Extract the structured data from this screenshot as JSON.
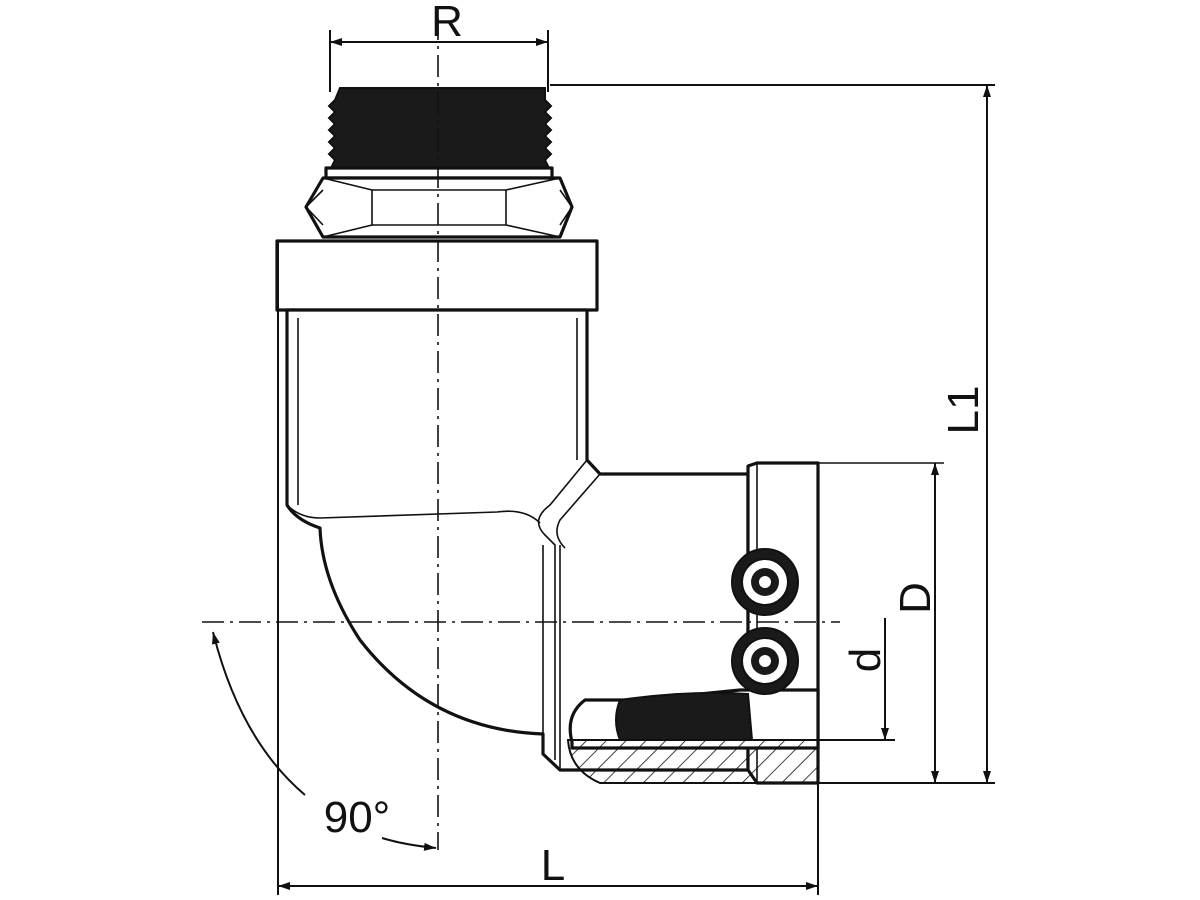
{
  "dimensions": {
    "thread": "R",
    "height": "L1",
    "outer_diameter": "D",
    "inner_diameter": "d",
    "length": "L",
    "angle": "90°"
  }
}
